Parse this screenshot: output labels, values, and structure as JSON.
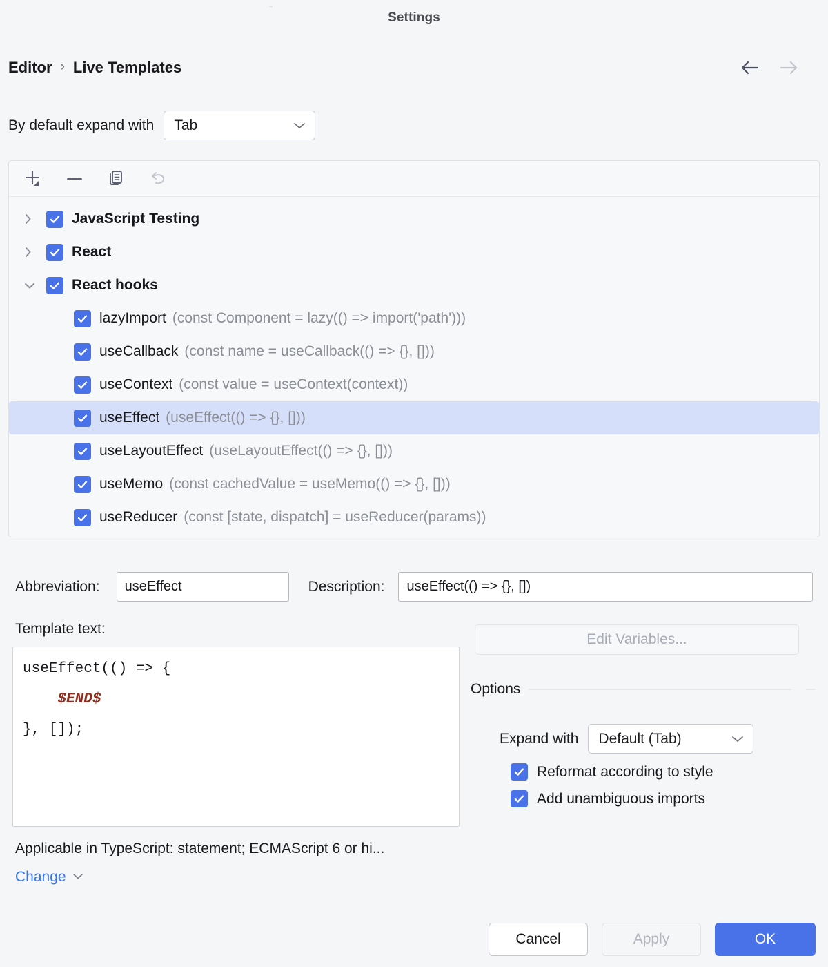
{
  "window": {
    "title": "Settings"
  },
  "breadcrumb": {
    "root": "Editor",
    "separator": "›",
    "current": "Live Templates"
  },
  "nav": {
    "back_icon": "arrow-left-icon",
    "forward_icon": "arrow-right-icon"
  },
  "expand_default": {
    "label": "By default expand with",
    "value": "Tab",
    "chevron_icon": "chevron-down-icon"
  },
  "toolbar": {
    "add_icon": "plus-with-dropdown-icon",
    "remove_icon": "minus-icon",
    "duplicate_icon": "copy-icon",
    "revert_icon": "undo-arrow-icon"
  },
  "tree": {
    "groups": [
      {
        "label": "JavaScript Testing",
        "expanded": false,
        "checked": true,
        "twisty": "chevron-right-icon"
      },
      {
        "label": "React",
        "expanded": false,
        "checked": true,
        "twisty": "chevron-right-icon"
      },
      {
        "label": "React hooks",
        "expanded": true,
        "checked": true,
        "twisty": "chevron-down-icon"
      }
    ],
    "items": [
      {
        "name": "lazyImport",
        "desc": "(const Component = lazy(() => import('path')))",
        "checked": true,
        "selected": false
      },
      {
        "name": "useCallback",
        "desc": "(const name = useCallback(() => {}, []))",
        "checked": true,
        "selected": false
      },
      {
        "name": "useContext",
        "desc": "(const value = useContext(context))",
        "checked": true,
        "selected": false
      },
      {
        "name": "useEffect",
        "desc": "(useEffect(() => {}, []))",
        "checked": true,
        "selected": true
      },
      {
        "name": "useLayoutEffect",
        "desc": "(useLayoutEffect(() => {}, []))",
        "checked": true,
        "selected": false
      },
      {
        "name": "useMemo",
        "desc": "(const cachedValue = useMemo(() => {}, []))",
        "checked": true,
        "selected": false
      },
      {
        "name": "useReducer",
        "desc": "(const [state, dispatch] = useReducer(params))",
        "checked": true,
        "selected": false
      }
    ]
  },
  "details": {
    "abbreviation_label": "Abbreviation:",
    "abbreviation_value": "useEffect",
    "description_label": "Description:",
    "description_value": "useEffect(() => {}, [])",
    "template_text_label": "Template text:",
    "template_text_line1": "useEffect(() => {",
    "template_text_var": "$END$",
    "template_text_line3": "}, []);",
    "edit_variables_label": "Edit Variables..."
  },
  "options": {
    "legend": "Options",
    "expand_with_label": "Expand with",
    "expand_with_value": "Default (Tab)",
    "expand_with_chevron_icon": "chevron-down-icon",
    "checkboxes": [
      {
        "label": "Reformat according to style",
        "checked": true
      },
      {
        "label": "Add unambiguous imports",
        "checked": true
      }
    ]
  },
  "context": {
    "applicable_text": "Applicable in TypeScript: statement; ECMAScript 6 or hi...",
    "change_label": "Change",
    "change_chevron_icon": "chevron-down-icon"
  },
  "footer": {
    "cancel_label": "Cancel",
    "apply_label": "Apply",
    "ok_label": "OK"
  },
  "colors": {
    "accent": "#4a72e8",
    "selection": "#d6dffa",
    "link": "#3574f0",
    "variable": "#8c2e20",
    "muted_text": "#8b8e95"
  }
}
